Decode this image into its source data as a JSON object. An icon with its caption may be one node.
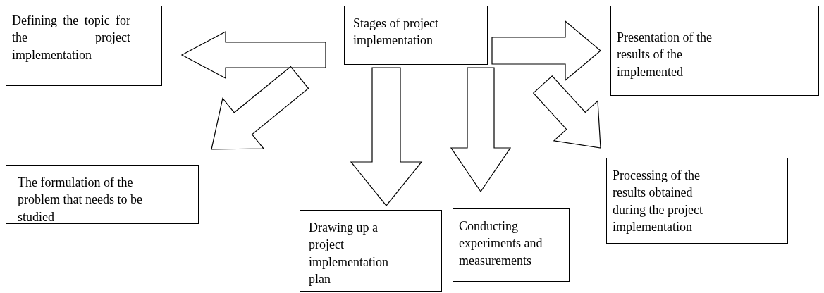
{
  "diagram": {
    "nodes": [
      {
        "text": [
          "Stages of project implementation"
        ]
      },
      {
        "text": [
          "Defining the topic for the project implementation"
        ]
      },
      {
        "text": [
          "Presentation of the results of the implemented"
        ]
      },
      {
        "text": [
          "The formulation of the problem that needs to be studied"
        ]
      },
      {
        "text": [
          "Drawing up a project implementation plan"
        ]
      },
      {
        "text": [
          "Conducting experiments and measurements"
        ]
      },
      {
        "text": [
          "Processing of the results obtained during the project implementation"
        ]
      }
    ],
    "edges": [
      {
        "from": 0,
        "to": 1,
        "arrow": "to"
      },
      {
        "from": 0,
        "to": 2,
        "arrow": "to"
      },
      {
        "from": 0,
        "to": 3,
        "arrow": "to"
      },
      {
        "from": 0,
        "to": 4,
        "arrow": "to"
      },
      {
        "from": 0,
        "to": 5,
        "arrow": "to"
      },
      {
        "from": 0,
        "to": 6,
        "arrow": "to"
      }
    ]
  }
}
